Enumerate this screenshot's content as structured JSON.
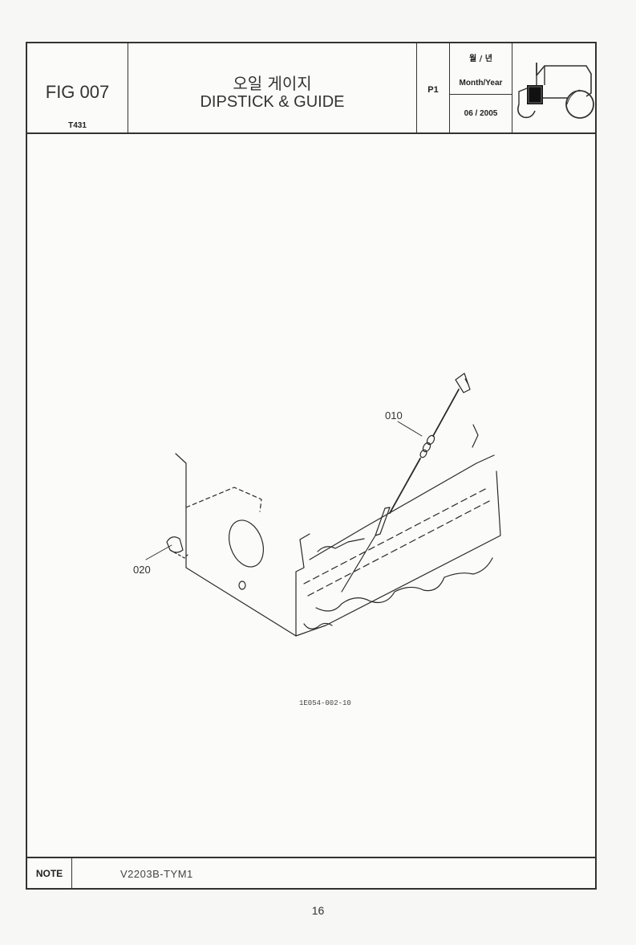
{
  "header": {
    "fig_code": "FIG 007",
    "model": "T431",
    "title_ko": "오일 게이지",
    "title_en": "DIPSTICK & GUIDE",
    "page_label": "P1",
    "date_label_ko": "월 / 년",
    "date_label_en": "Month/Year",
    "date_value": "06 / 2005",
    "icon": "tractor-icon"
  },
  "drawing": {
    "callouts": [
      "010",
      "020"
    ],
    "drawing_code": "1E054-002-10"
  },
  "note": {
    "label": "NOTE",
    "value": "V2203B-TYM1"
  },
  "page_number": "16"
}
